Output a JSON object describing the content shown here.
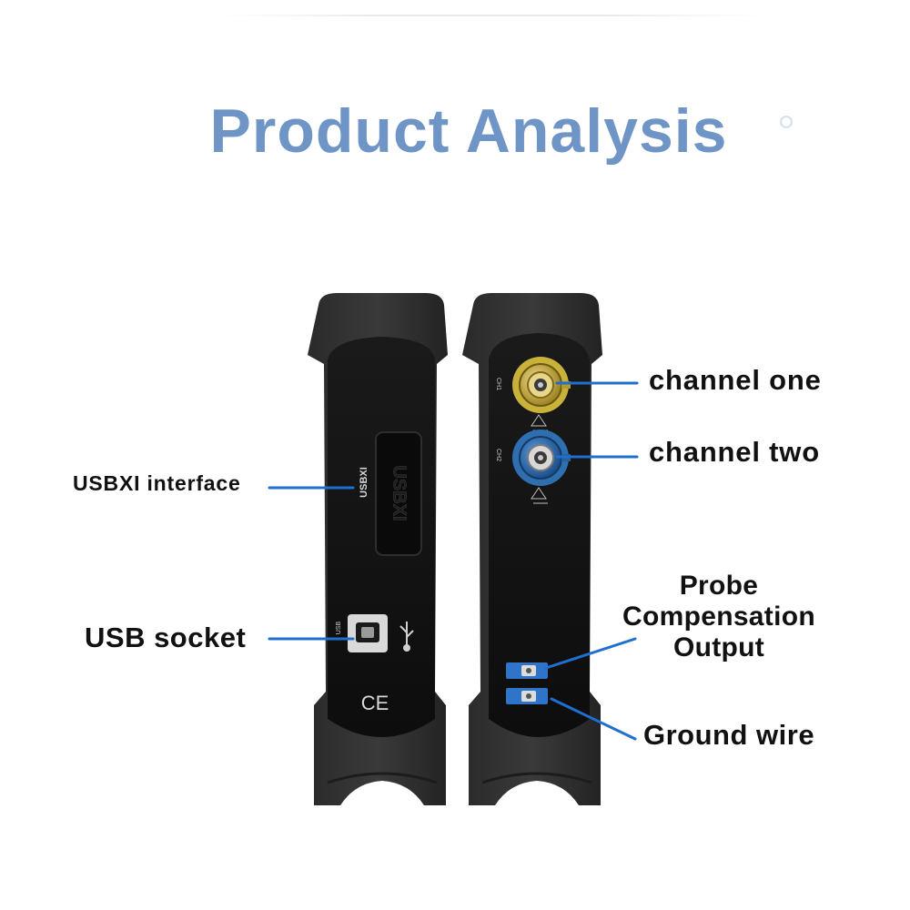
{
  "title": "Product Analysis",
  "colors": {
    "title": "#6f95c6",
    "callout_line": "#1f6fd1",
    "label_text": "#111111",
    "device_body": "#2b2b2b",
    "device_panel": "#111111",
    "bnc_ch1": "#c9b23a",
    "bnc_ch2": "#2f6fb0"
  },
  "callouts": {
    "usbxi_interface": "USBXI interface",
    "usb_socket": "USB socket",
    "channel_one": "channel one",
    "channel_two": "channel two",
    "probe_compensation_output": [
      "Probe",
      "Compensation",
      "Output"
    ],
    "ground_wire": "Ground wire"
  },
  "device_print": {
    "usbxi_vertical": "USBXI",
    "port_cover": "USBXI",
    "usb_tag": "USB",
    "ch1_tag": "CH1",
    "ch2_tag": "CH2"
  }
}
